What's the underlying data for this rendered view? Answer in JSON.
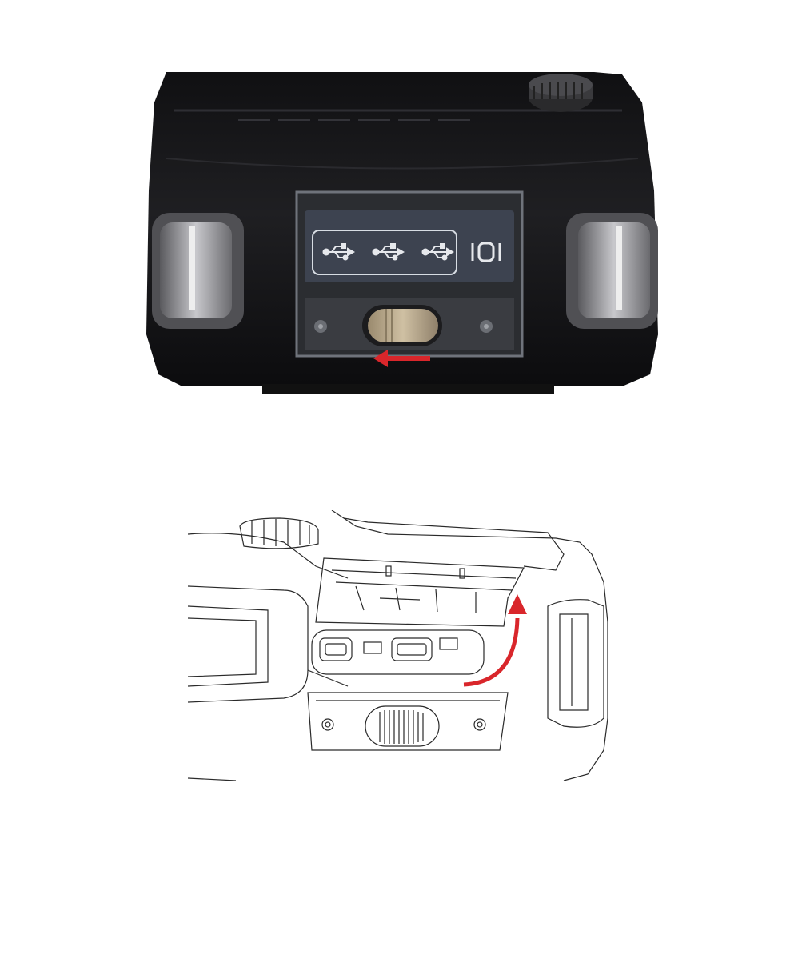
{
  "document": {
    "figures": [
      {
        "port_labels": [
          "USB",
          "USB",
          "USB",
          "IOI"
        ],
        "port_icons": [
          "usb-icon",
          "usb-icon",
          "usb-icon",
          "serial-ioi-icon"
        ],
        "latch_state": "closed",
        "arrow_direction": "left"
      },
      {
        "door_state": "open",
        "arrow_direction": "up-curved"
      }
    ],
    "colors": {
      "device_body": "#1c1c1e",
      "door_panel": "#2b2d31",
      "label_plate": "#3d4350",
      "latch": "#b9a98c",
      "arrow": "#d9262b",
      "line_art": "#2a2a2a"
    },
    "header_rule": true,
    "footer_rule": true
  }
}
